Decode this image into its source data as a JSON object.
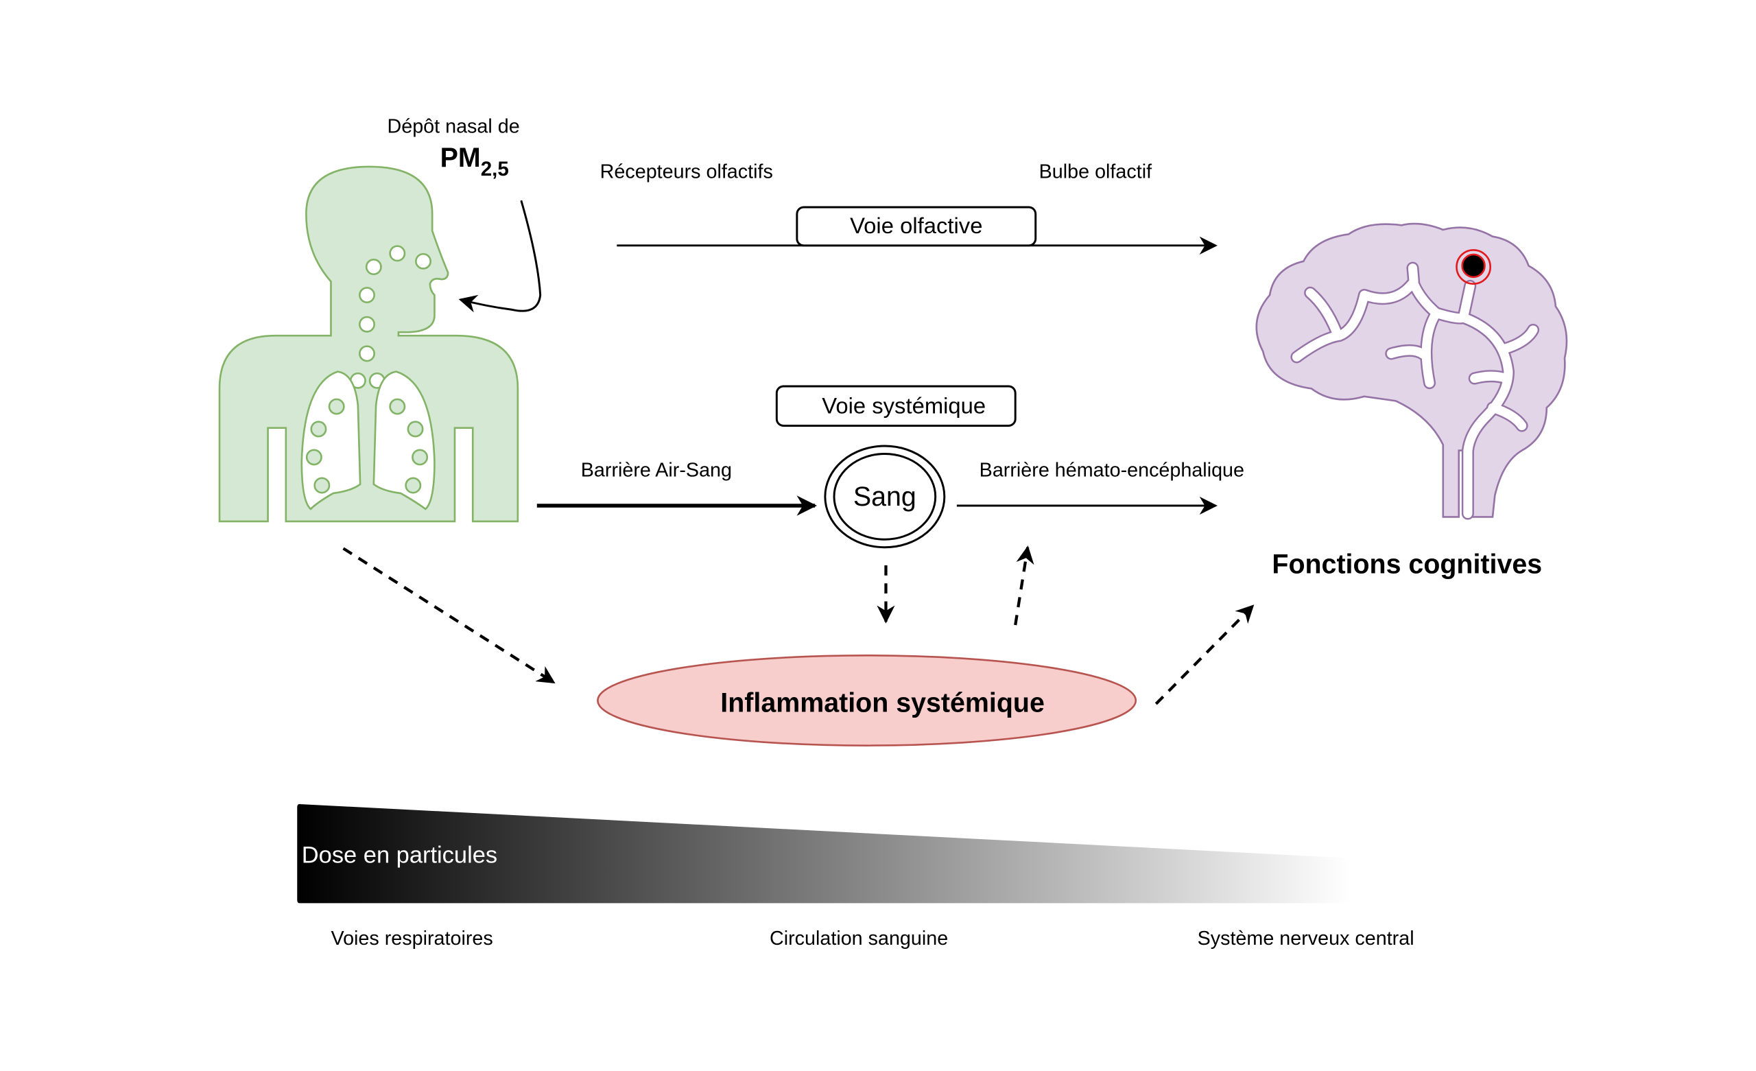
{
  "diagram": {
    "nasal_deposit": {
      "label": "Dépôt nasal de",
      "particle_main": "PM",
      "particle_sub": "2,5"
    },
    "olfactory_path": {
      "receptors_label": "Récepteurs olfactifs",
      "bulb_label": "Bulbe olfactif",
      "box_label": "Voie olfactive"
    },
    "systemic_path": {
      "box_label": "Voie systémique",
      "air_blood_barrier_label": "Barrière Air-Sang",
      "blood_node_label": "Sang",
      "blood_brain_barrier_label": "Barrière hémato-encéphalique"
    },
    "inflammation": {
      "label": "Inflammation systémique"
    },
    "target": {
      "label": "Fonctions cognitives"
    },
    "dose_gradient": {
      "label": "Dose en particules",
      "stages": [
        "Voies respiratoires",
        "Circulation sanguine",
        "Système nerveux central"
      ]
    },
    "colors": {
      "body_fill": "#d5e8d4",
      "body_stroke": "#82b366",
      "brain_fill": "#e1d5e7",
      "brain_stroke": "#9673a6",
      "inflammation_fill": "#f8cecc",
      "inflammation_stroke": "#b85450",
      "lesion_ring": "#e31a1c",
      "lesion_core": "#000000"
    }
  }
}
